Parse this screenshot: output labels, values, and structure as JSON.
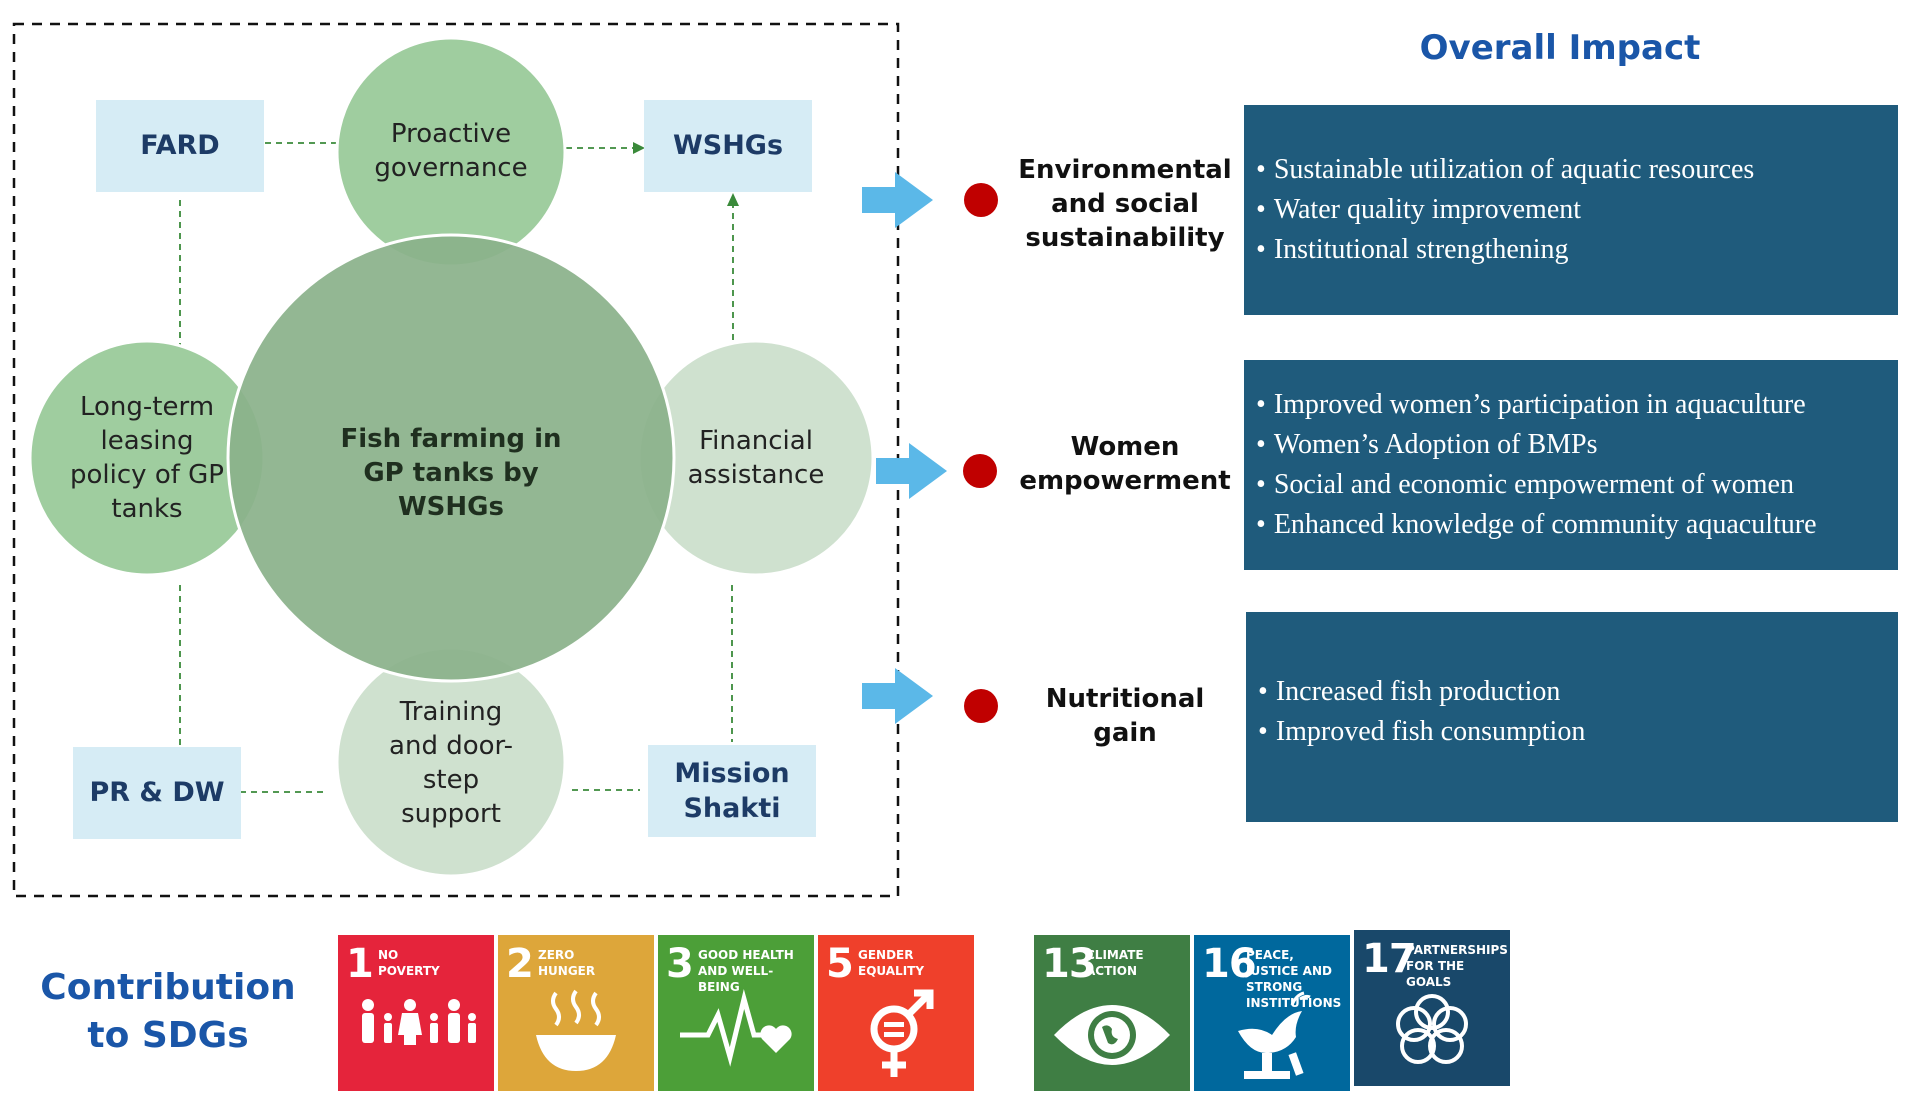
{
  "framework": {
    "center": "Fish farming in GP tanks by WSHGs",
    "top": "Proactive governance",
    "left": "Long-term leasing policy of GP tanks",
    "right": "Financial assistance",
    "bottom": "Training and door-step support",
    "boxes": {
      "fard": "FARD",
      "wshgs": "WSHGs",
      "prdw": "PR & DW",
      "mission_shakti": "Mission Shakti"
    }
  },
  "impact": {
    "title": "Overall Impact",
    "rows": [
      {
        "label": "Environmental and social sustainability",
        "items": [
          "Sustainable utilization  of aquatic resources",
          "Water quality  improvement",
          "Institutional  strengthening"
        ]
      },
      {
        "label": "Women empowerment",
        "items": [
          "Improved women’s participation  in aquaculture",
          "Women’s Adoption of BMPs",
          "Social and economic empowerment  of women",
          "Enhanced knowledge  of community  aquaculture"
        ]
      },
      {
        "label": "Nutritional gain",
        "items": [
          "Increased fish production",
          "Improved fish consumption"
        ]
      }
    ]
  },
  "sdgs": {
    "title": "Contribution to SDGs",
    "goals": [
      {
        "num": "1",
        "title": "No Poverty",
        "color": "#e5243b",
        "icon": "family-icon"
      },
      {
        "num": "2",
        "title": "Zero Hunger",
        "color": "#dda63a",
        "icon": "bowl-icon"
      },
      {
        "num": "3",
        "title": "Good Health and Well-Being",
        "color": "#4c9f38",
        "icon": "heartbeat-icon"
      },
      {
        "num": "5",
        "title": "Gender Equality",
        "color": "#ef402b",
        "icon": "gender-icon"
      },
      {
        "num": "13",
        "title": "Climate Action",
        "color": "#3f7e44",
        "icon": "eye-globe-icon"
      },
      {
        "num": "16",
        "title": "Peace, Justice and Strong Institutions",
        "color": "#00689d",
        "icon": "dove-gavel-icon"
      },
      {
        "num": "17",
        "title": "Partnerships for the Goals",
        "color": "#19486a",
        "icon": "flower-rings-icon"
      }
    ]
  },
  "colors": {
    "impact_box": "#1f5b7c",
    "light_box": "#d6ecf5",
    "arrow": "#5bb8e8",
    "dot": "#c00000",
    "heading": "#1a56a8"
  }
}
